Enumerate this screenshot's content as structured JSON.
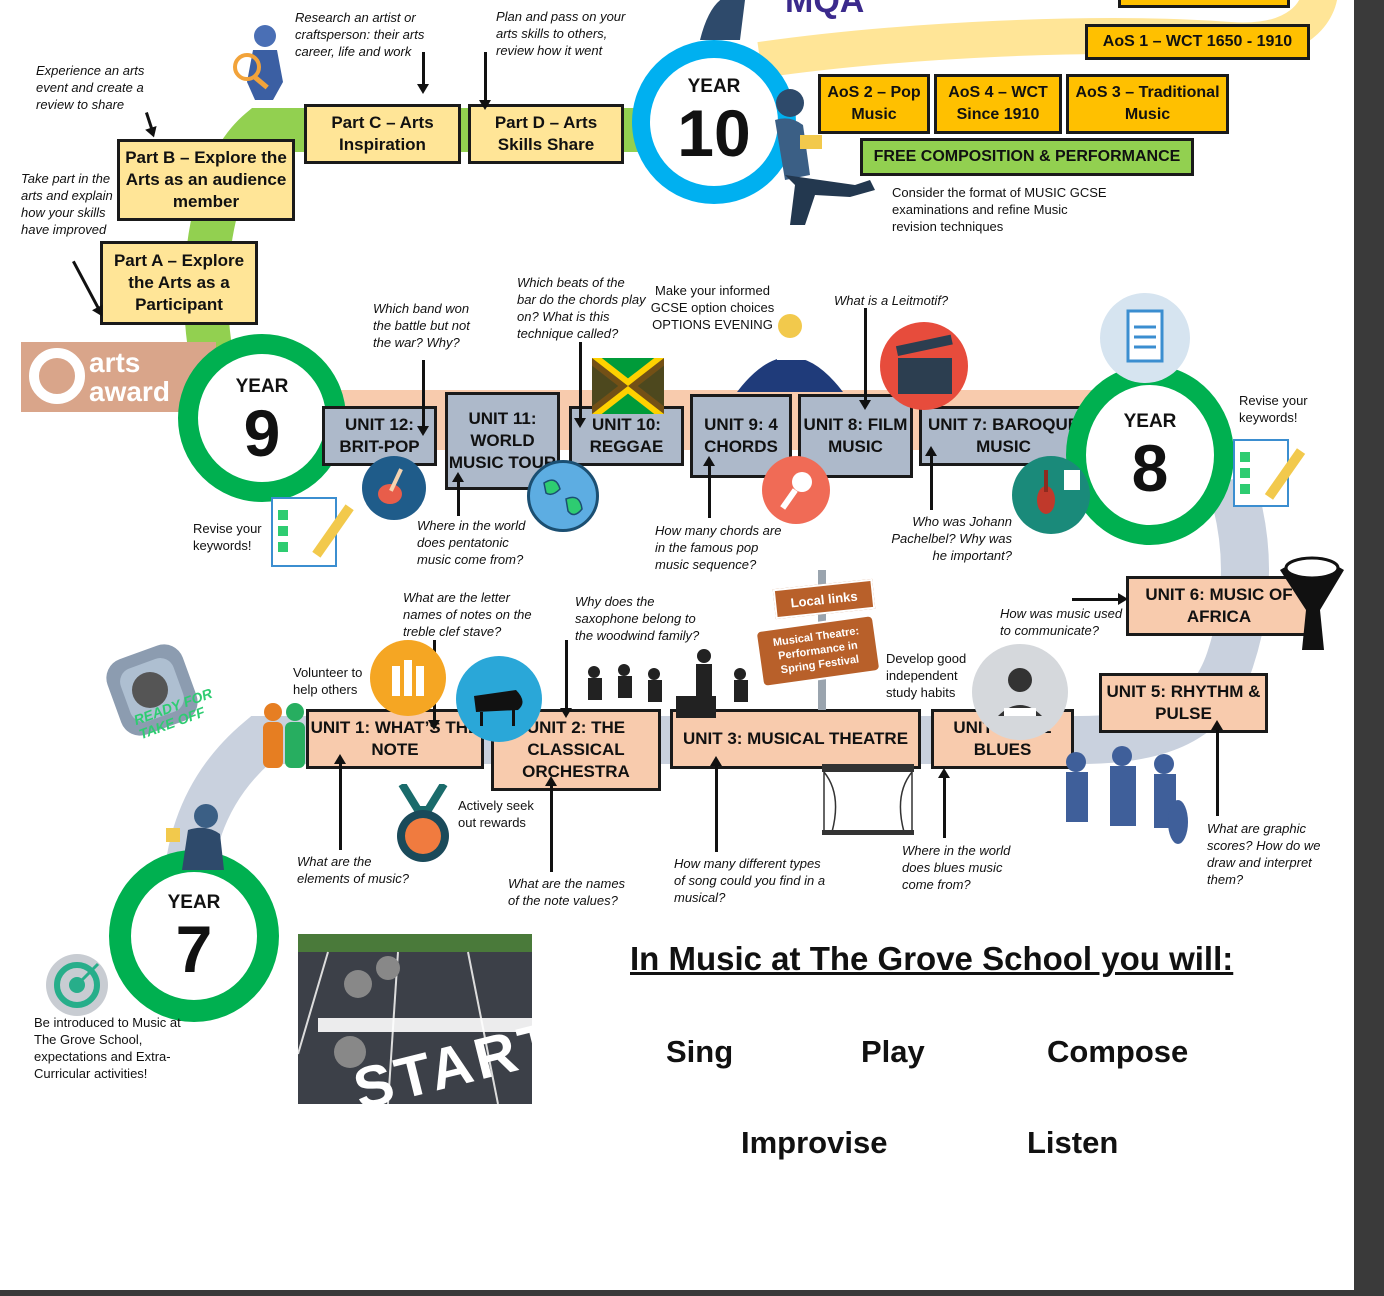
{
  "header": {
    "logo_fragment": "MQA"
  },
  "aos": {
    "aos1": "AoS 1 – WCT 1650 - 1910",
    "aos2": "AoS 2 – Pop Music",
    "aos4": "AoS 4 – WCT Since 1910",
    "aos3": "AoS 3 – Traditional Music",
    "free": "FREE COMPOSITION & PERFORMANCE",
    "gcse_note": "Consider the format of MUSIC GCSE examinations and refine Music revision techniques"
  },
  "years": {
    "y10": "10",
    "y9": "9",
    "y8": "8",
    "y7": "7",
    "year_label": "YEAR"
  },
  "arts_award": {
    "logo_text": "arts award",
    "part_a": "Part A – Explore the Arts as a Participant",
    "part_b": "Part B – Explore the Arts as an audience member",
    "part_c": "Part C – Arts Inspiration",
    "part_d": "Part D – Arts Skills Share",
    "note_a": "Take part in the arts and explain how your skills have improved",
    "note_b": "Experience an arts event and create a review to share",
    "note_c": "Research an artist or craftsperson: their arts career, life and work",
    "note_d": "Plan and pass on your arts skills to others, review how it went"
  },
  "units": {
    "u1": "UNIT 1: WHAT’S THE NOTE",
    "u2": "UNIT 2: THE CLASSICAL ORCHESTRA",
    "u3": "UNIT 3: MUSICAL THEATRE",
    "u4": "UNIT 4: THE BLUES",
    "u5": "UNIT 5: RHYTHM & PULSE",
    "u6": "UNIT 6: MUSIC OF AFRICA",
    "u7": "UNIT 7: BAROQUE MUSIC",
    "u8": "UNIT 8: FILM MUSIC",
    "u9": "UNIT 9: 4 CHORDS",
    "u10": "UNIT 10: REGGAE",
    "u11": "UNIT 11: WORLD MUSIC TOUR",
    "u12": "UNIT 12: BRIT-POP"
  },
  "notes": {
    "band_won": "Which band won the battle but not the war? Why?",
    "beats": "Which beats of the bar do the chords play on? What is this technique called?",
    "options": "Make your informed GCSE option choices OPTIONS EVENING",
    "leitmotif": "What is a Leitmotif?",
    "revise_right": "Revise your keywords!",
    "revise_left": "Revise your keywords!",
    "pentatonic": "Where in the world does pentatonic music come from?",
    "chords": "How many chords are in the famous pop music sequence?",
    "pachelbel": "Who was Johann Pachelbel? Why was he important?",
    "africa": "How was music used to communicate?",
    "letter_names": "What are the letter names of notes on the treble clef stave?",
    "saxophone": "Why does the saxophone belong to the woodwind family?",
    "volunteer": "Volunteer to help others",
    "study": "Develop good independent study habits",
    "elements": "What are the elements of music?",
    "rewards": "Actively seek out rewards",
    "note_values": "What are the names of the note values?",
    "song_types": "How many different types of song could you find in a musical?",
    "blues": "Where in the world does blues music come from?",
    "graphic": "What are graphic scores? How do we draw and interpret them?",
    "intro": "Be introduced to Music at The Grove School, expectations and Extra-Curricular activities!"
  },
  "signs": {
    "local": "Local links",
    "theatre": "Musical Theatre: Performance in Spring Festival",
    "ready": "READY FOR TAKE OFF",
    "start": "START"
  },
  "summary": {
    "title": "In Music at The Grove School you will:",
    "words": [
      "Sing",
      "Play",
      "Compose",
      "Improvise",
      "Listen"
    ]
  },
  "colors": {
    "path_green": "#92d050",
    "path_peach": "#f8cbad",
    "path_grey": "#c9d1de",
    "ring_green": "#00b050",
    "ring_blue": "#00b0f0",
    "orange_box": "#ffc000",
    "yellow_box": "#ffe597"
  }
}
